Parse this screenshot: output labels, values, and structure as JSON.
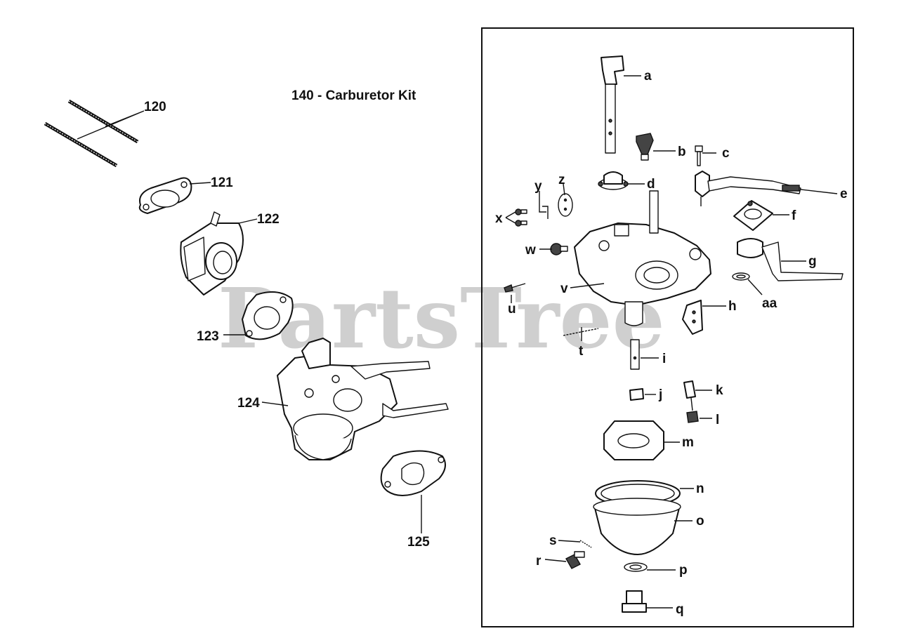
{
  "title": "140 - Carburetor Kit",
  "watermark": "PartsTree",
  "left_callouts": [
    "120",
    "121",
    "122",
    "123",
    "124",
    "125"
  ],
  "kit_callouts": [
    "a",
    "b",
    "c",
    "d",
    "e",
    "f",
    "g",
    "aa",
    "h",
    "i",
    "j",
    "k",
    "l",
    "m",
    "n",
    "o",
    "p",
    "q",
    "r",
    "s",
    "t",
    "u",
    "v",
    "w",
    "x",
    "y",
    "z"
  ]
}
